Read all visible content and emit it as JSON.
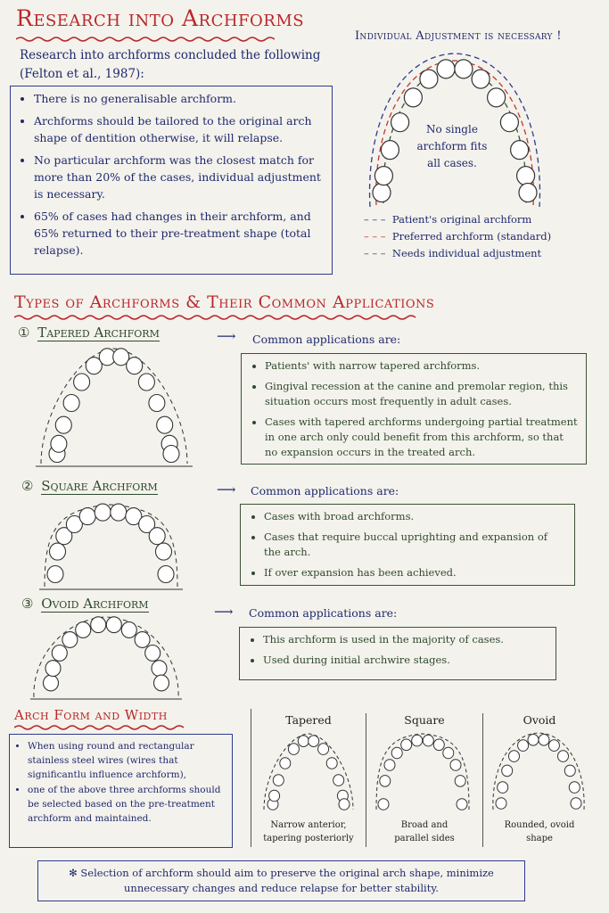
{
  "header": {
    "title": "Research into Archforms",
    "intro": "Research into archforms concluded the following (Felton et al., 1987):"
  },
  "findings": [
    "There is no generalisable archform.",
    "Archforms should be tailored to the original arch shape of dentition otherwise, it will relapse.",
    "No particular archform was the closest match for more than 20% of the cases, individual adjustment is necessary.",
    "65% of cases had changes in their archform, and 65% returned to their pre-treatment shape (total relapse)."
  ],
  "adjustment": {
    "title": "Individual Adjustment is necessary !",
    "center_note": [
      "No single",
      "archform fits",
      "all cases."
    ],
    "legend": [
      {
        "label": "Patient's original archform",
        "color": "#2c3c8e"
      },
      {
        "label": "Preferred archform (standard)",
        "color": "#c0392b"
      },
      {
        "label": "Needs individual adjustment",
        "color": "#3c5236"
      }
    ]
  },
  "types": {
    "title": "Types of Archforms & Their Common Applications",
    "items": [
      {
        "num": "①",
        "name": "Tapered Archform",
        "arrow": "⟶",
        "apps_heading": "Common applications are:",
        "apps": [
          "Patients' with narrow tapered archforms.",
          "Gingival recession at the canine and premolar region, this situation occurs most frequently in adult cases.",
          "Cases with tapered archforms undergoing partial treatment in one arch only could benefit from this archform, so that no expansion occurs in the treated arch."
        ]
      },
      {
        "num": "②",
        "name": "Square Archform",
        "arrow": "⟶",
        "apps_heading": "Common applications are:",
        "apps": [
          "Cases with broad archforms.",
          "Cases that require buccal uprighting and expansion of the arch.",
          "If over expansion has been achieved."
        ]
      },
      {
        "num": "③",
        "name": "Ovoid Archform",
        "arrow": "⟶",
        "apps_heading": "Common applications are:",
        "apps": [
          "This archform is used in the majority of cases.",
          "Used during initial archwire stages."
        ]
      }
    ]
  },
  "width": {
    "title": "Arch Form and Width",
    "points": [
      "When using round and rectangular stainless steel wires (wires that significantlu influence archform),",
      "one of the above three archforms should be selected based on the pre-treatment archform and maintained."
    ],
    "columns": [
      {
        "title": "Tapered",
        "caption": [
          "Narrow anterior,",
          "tapering posteriorly"
        ]
      },
      {
        "title": "Square",
        "caption": [
          "Broad and",
          "parallel sides"
        ]
      },
      {
        "title": "Ovoid",
        "caption": [
          "Rounded, ovoid",
          "shape"
        ]
      }
    ]
  },
  "footer": {
    "star": "✻",
    "note": "Selection of archform should aim to preserve the original arch shape, minimize unnecessary changes and reduce relapse for better stability."
  }
}
